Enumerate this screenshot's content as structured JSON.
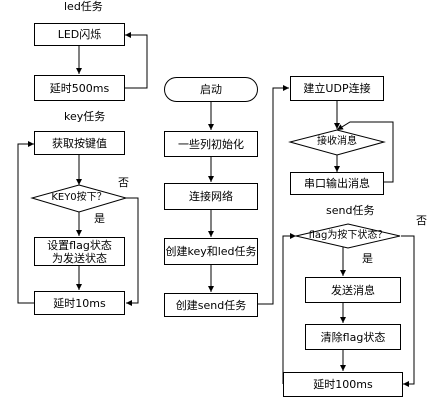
{
  "sections": {
    "led": "led任务",
    "key": "key任务",
    "send": "send任务"
  },
  "led_task": {
    "blink": "LED闪烁",
    "delay": "延时500ms"
  },
  "key_task": {
    "get_key": "获取按键值",
    "decision": "KEY0按下？",
    "yes": "是",
    "no": "否",
    "set_flag": "设置flag状态\n为发送状态",
    "delay": "延时10ms"
  },
  "main_flow": {
    "start": "启动",
    "init": "一些列初始化",
    "connect": "连接网络",
    "create_key_led": "创建key和led任务",
    "create_send": "创建send任务"
  },
  "udp_task": {
    "establish": "建立UDP连接",
    "receive": "接收消息",
    "output": "串口输出消息"
  },
  "send_task": {
    "decision": "flag为按下状态？",
    "yes": "是",
    "no": "否",
    "send": "发送消息",
    "clear": "清除flag状态",
    "delay": "延时100ms"
  }
}
